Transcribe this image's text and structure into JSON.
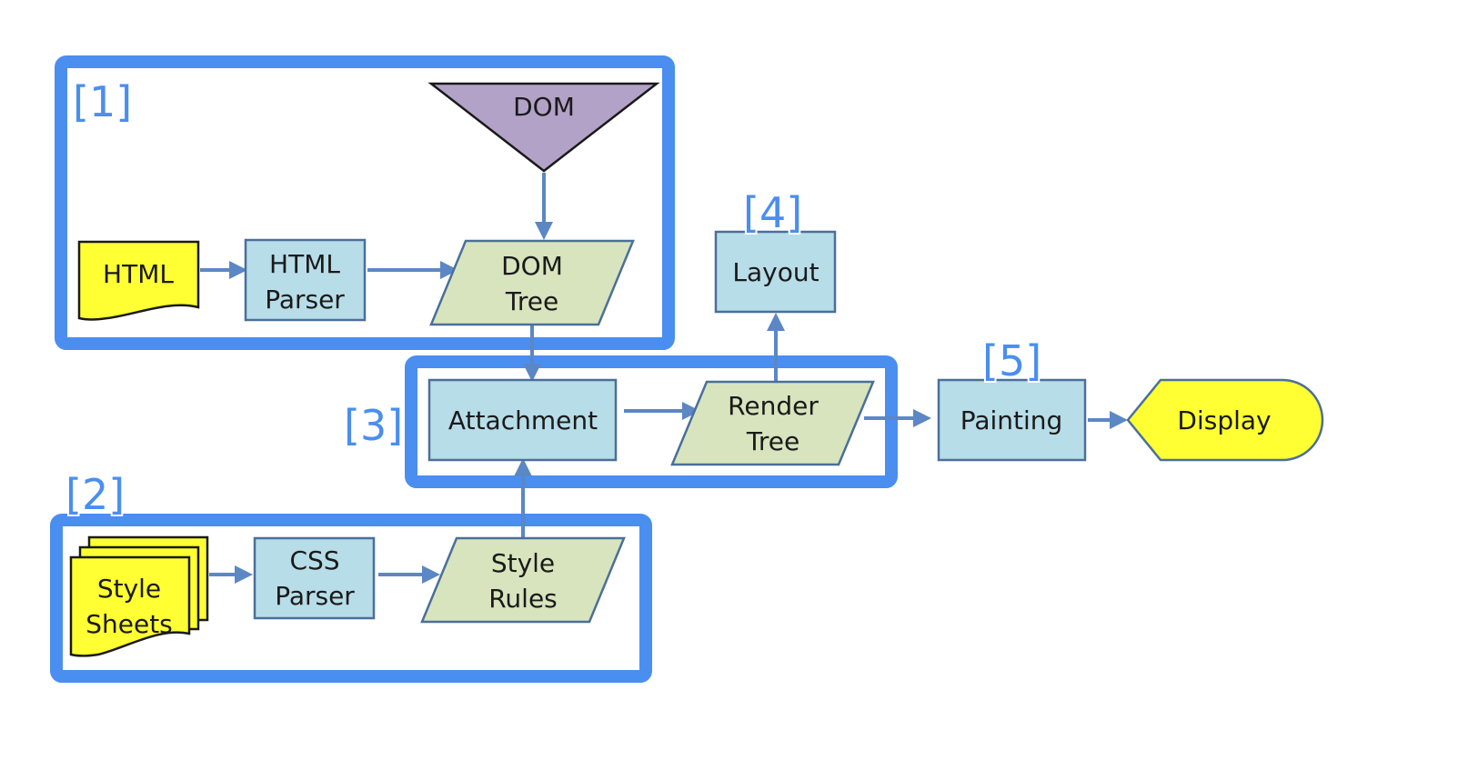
{
  "stages": {
    "s1": "[1]",
    "s2": "[2]",
    "s3": "[3]",
    "s4": "[4]",
    "s5": "[5]"
  },
  "nodes": {
    "dom": [
      "DOM"
    ],
    "html": [
      "HTML"
    ],
    "html_parser": [
      "HTML",
      "Parser"
    ],
    "dom_tree": [
      "DOM",
      "Tree"
    ],
    "layout": [
      "Layout"
    ],
    "attachment": [
      "Attachment"
    ],
    "render_tree": [
      "Render",
      "Tree"
    ],
    "painting": [
      "Painting"
    ],
    "display": [
      "Display"
    ],
    "style_sheets": [
      "Style",
      "Sheets"
    ],
    "css_parser": [
      "CSS",
      "Parser"
    ],
    "style_rules": [
      "Style",
      "Rules"
    ]
  },
  "colors": {
    "stage_border": "#4a8ef0",
    "process_fill": "#b7dde8",
    "data_fill": "#d7e4bd",
    "document_fill": "#ffff33",
    "store_fill": "#b3a2c7",
    "arrow": "#5b87c5"
  }
}
